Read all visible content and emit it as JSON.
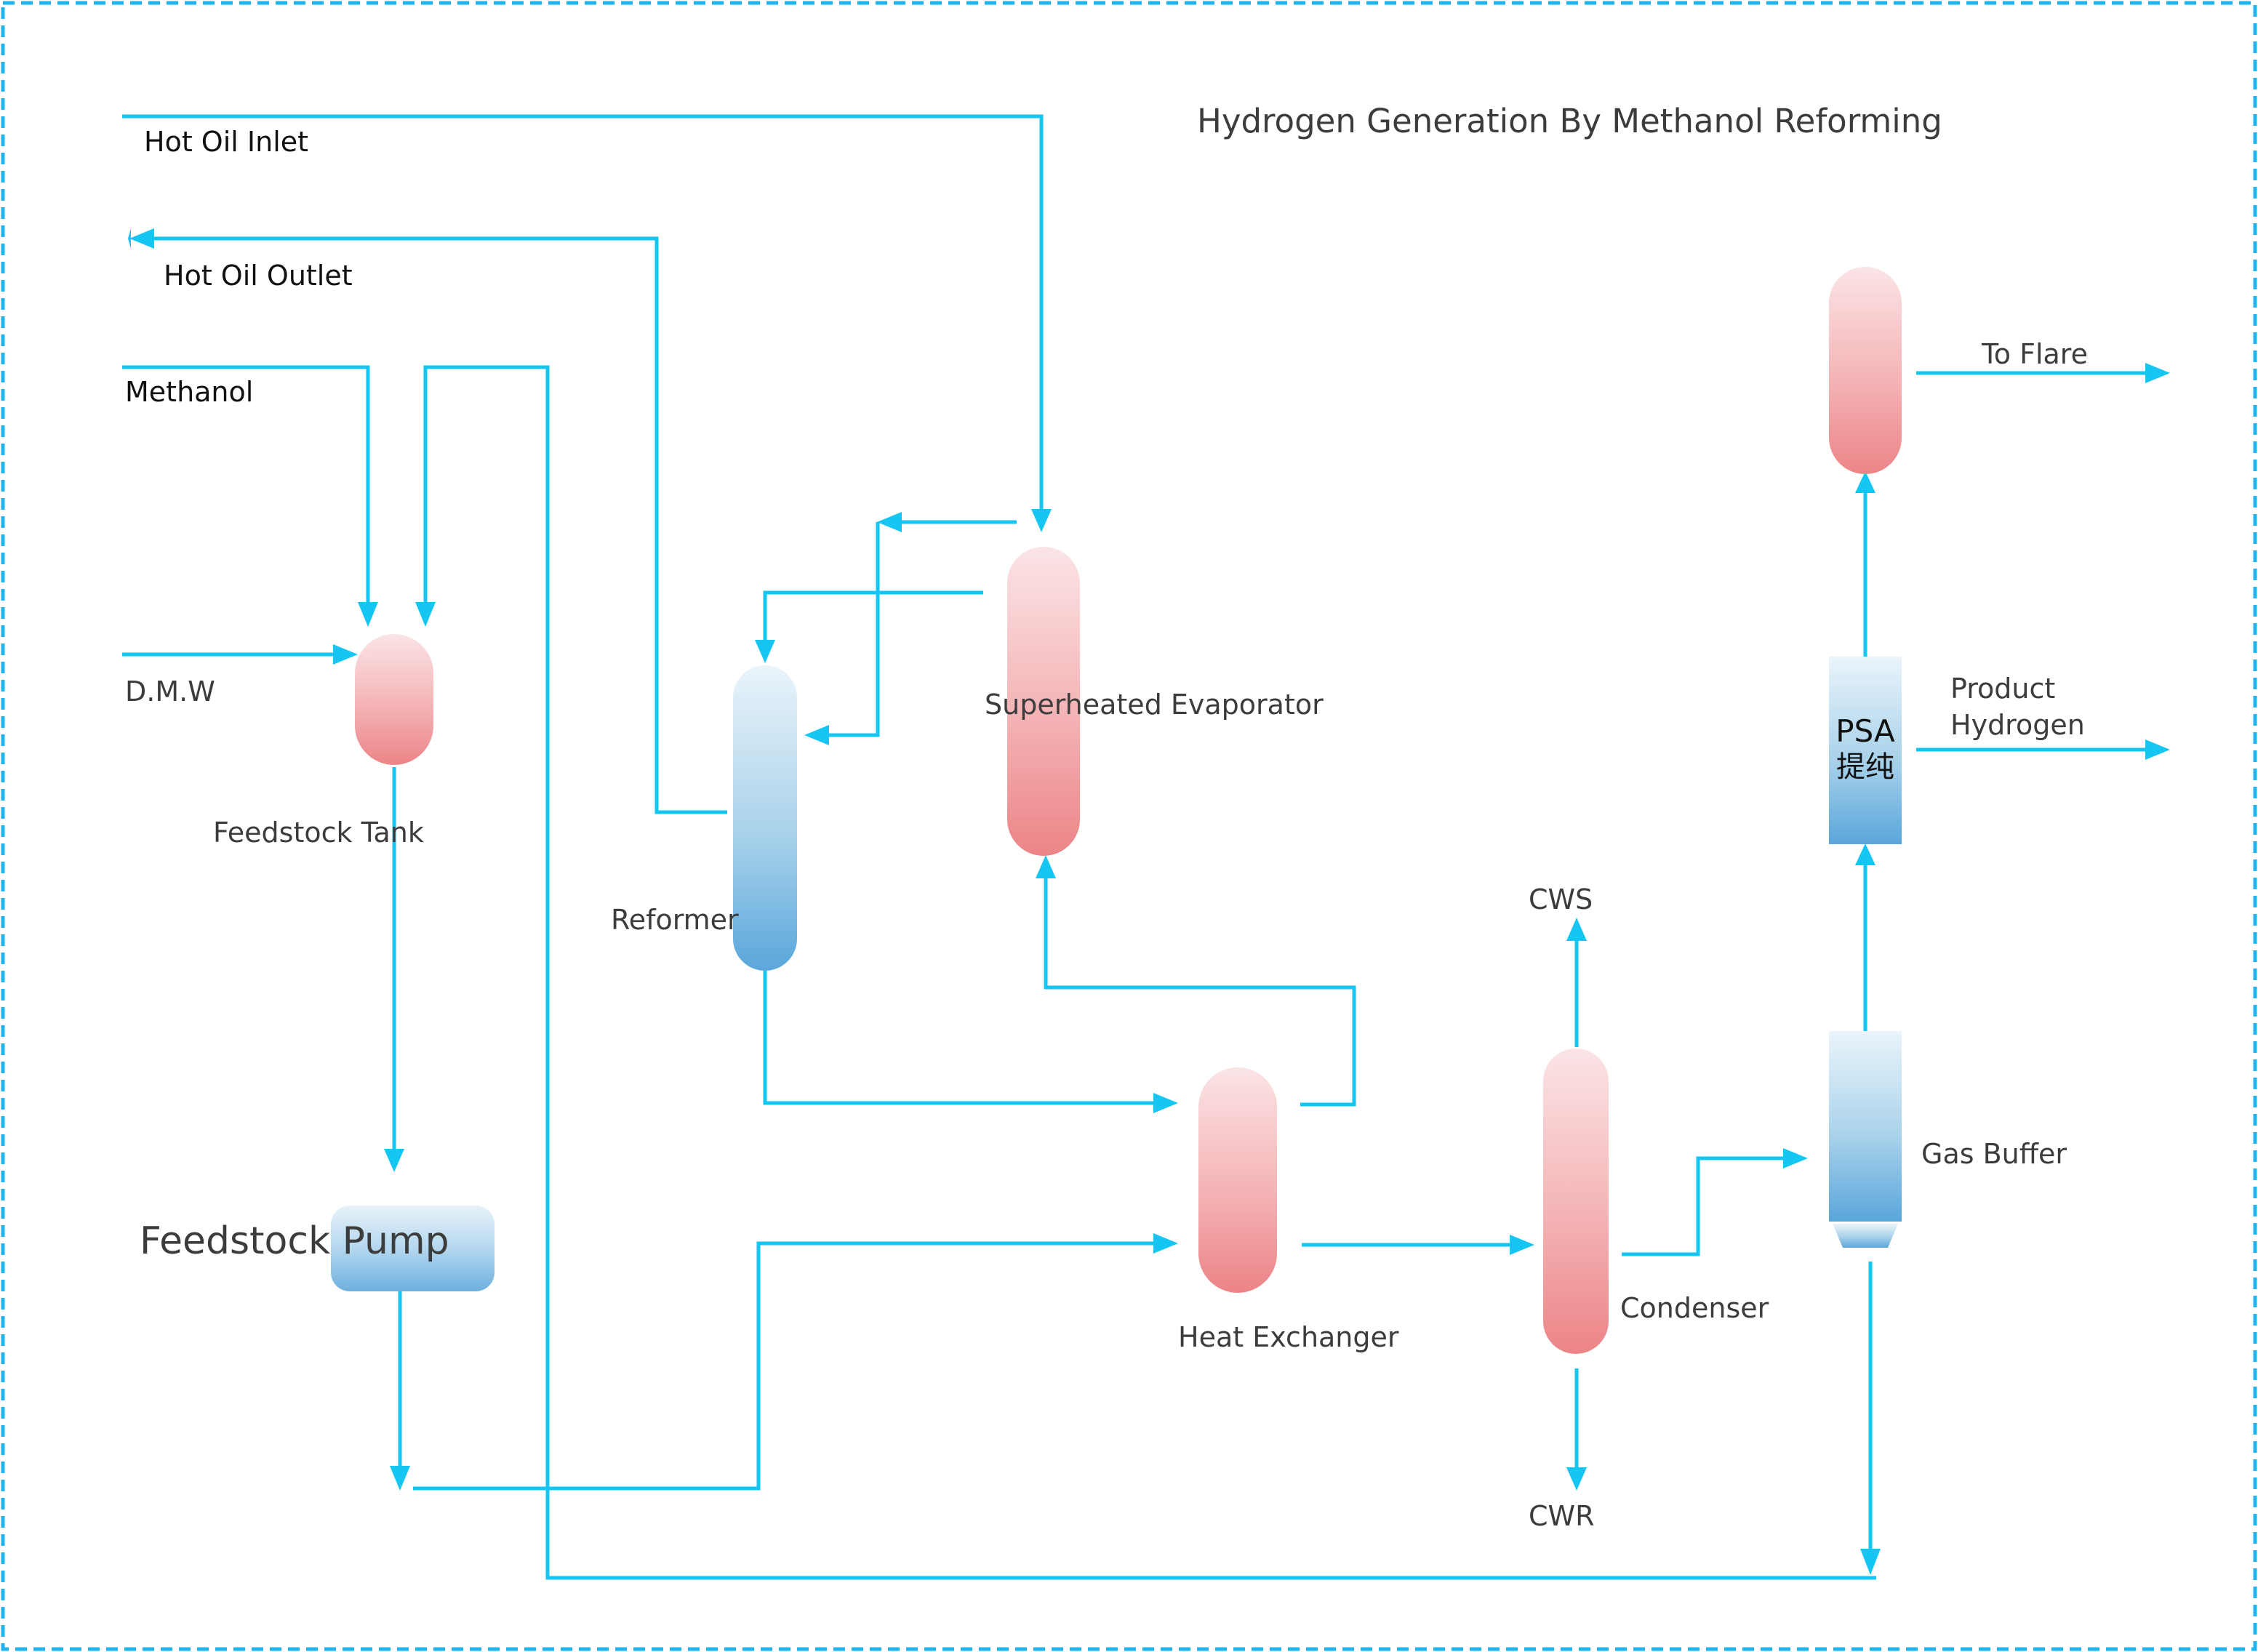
{
  "title": "Hydrogen Generation By Methanol Reforming",
  "colors": {
    "flow_line": "#15c6f2",
    "border": "#22b4ee",
    "vessel_red_top": "#fbe4e6",
    "vessel_red_bottom": "#ec8487",
    "vessel_blue_top": "#eaf4fb",
    "vessel_blue_bottom": "#5aa6db",
    "text": "#3c3c3c"
  },
  "streams": {
    "hot_oil_inlet": "Hot Oil Inlet",
    "hot_oil_outlet": "Hot Oil Outlet",
    "methanol": "Methanol",
    "dmw": "D.M.W",
    "cws": "CWS",
    "cwr": "CWR",
    "to_flare": "To Flare",
    "product_hydrogen_1": "Product",
    "product_hydrogen_2": "Hydrogen"
  },
  "equipment": {
    "feedstock_tank": "Feedstock Tank",
    "feedstock_pump": "Feedstock Pump",
    "reformer": "Reformer",
    "superheated_evaporator": "Superheated Evaporator",
    "heat_exchanger": "Heat Exchanger",
    "condenser": "Condenser",
    "gas_buffer": "Gas Buffer",
    "psa_line1": "PSA",
    "psa_line2": "提纯"
  }
}
